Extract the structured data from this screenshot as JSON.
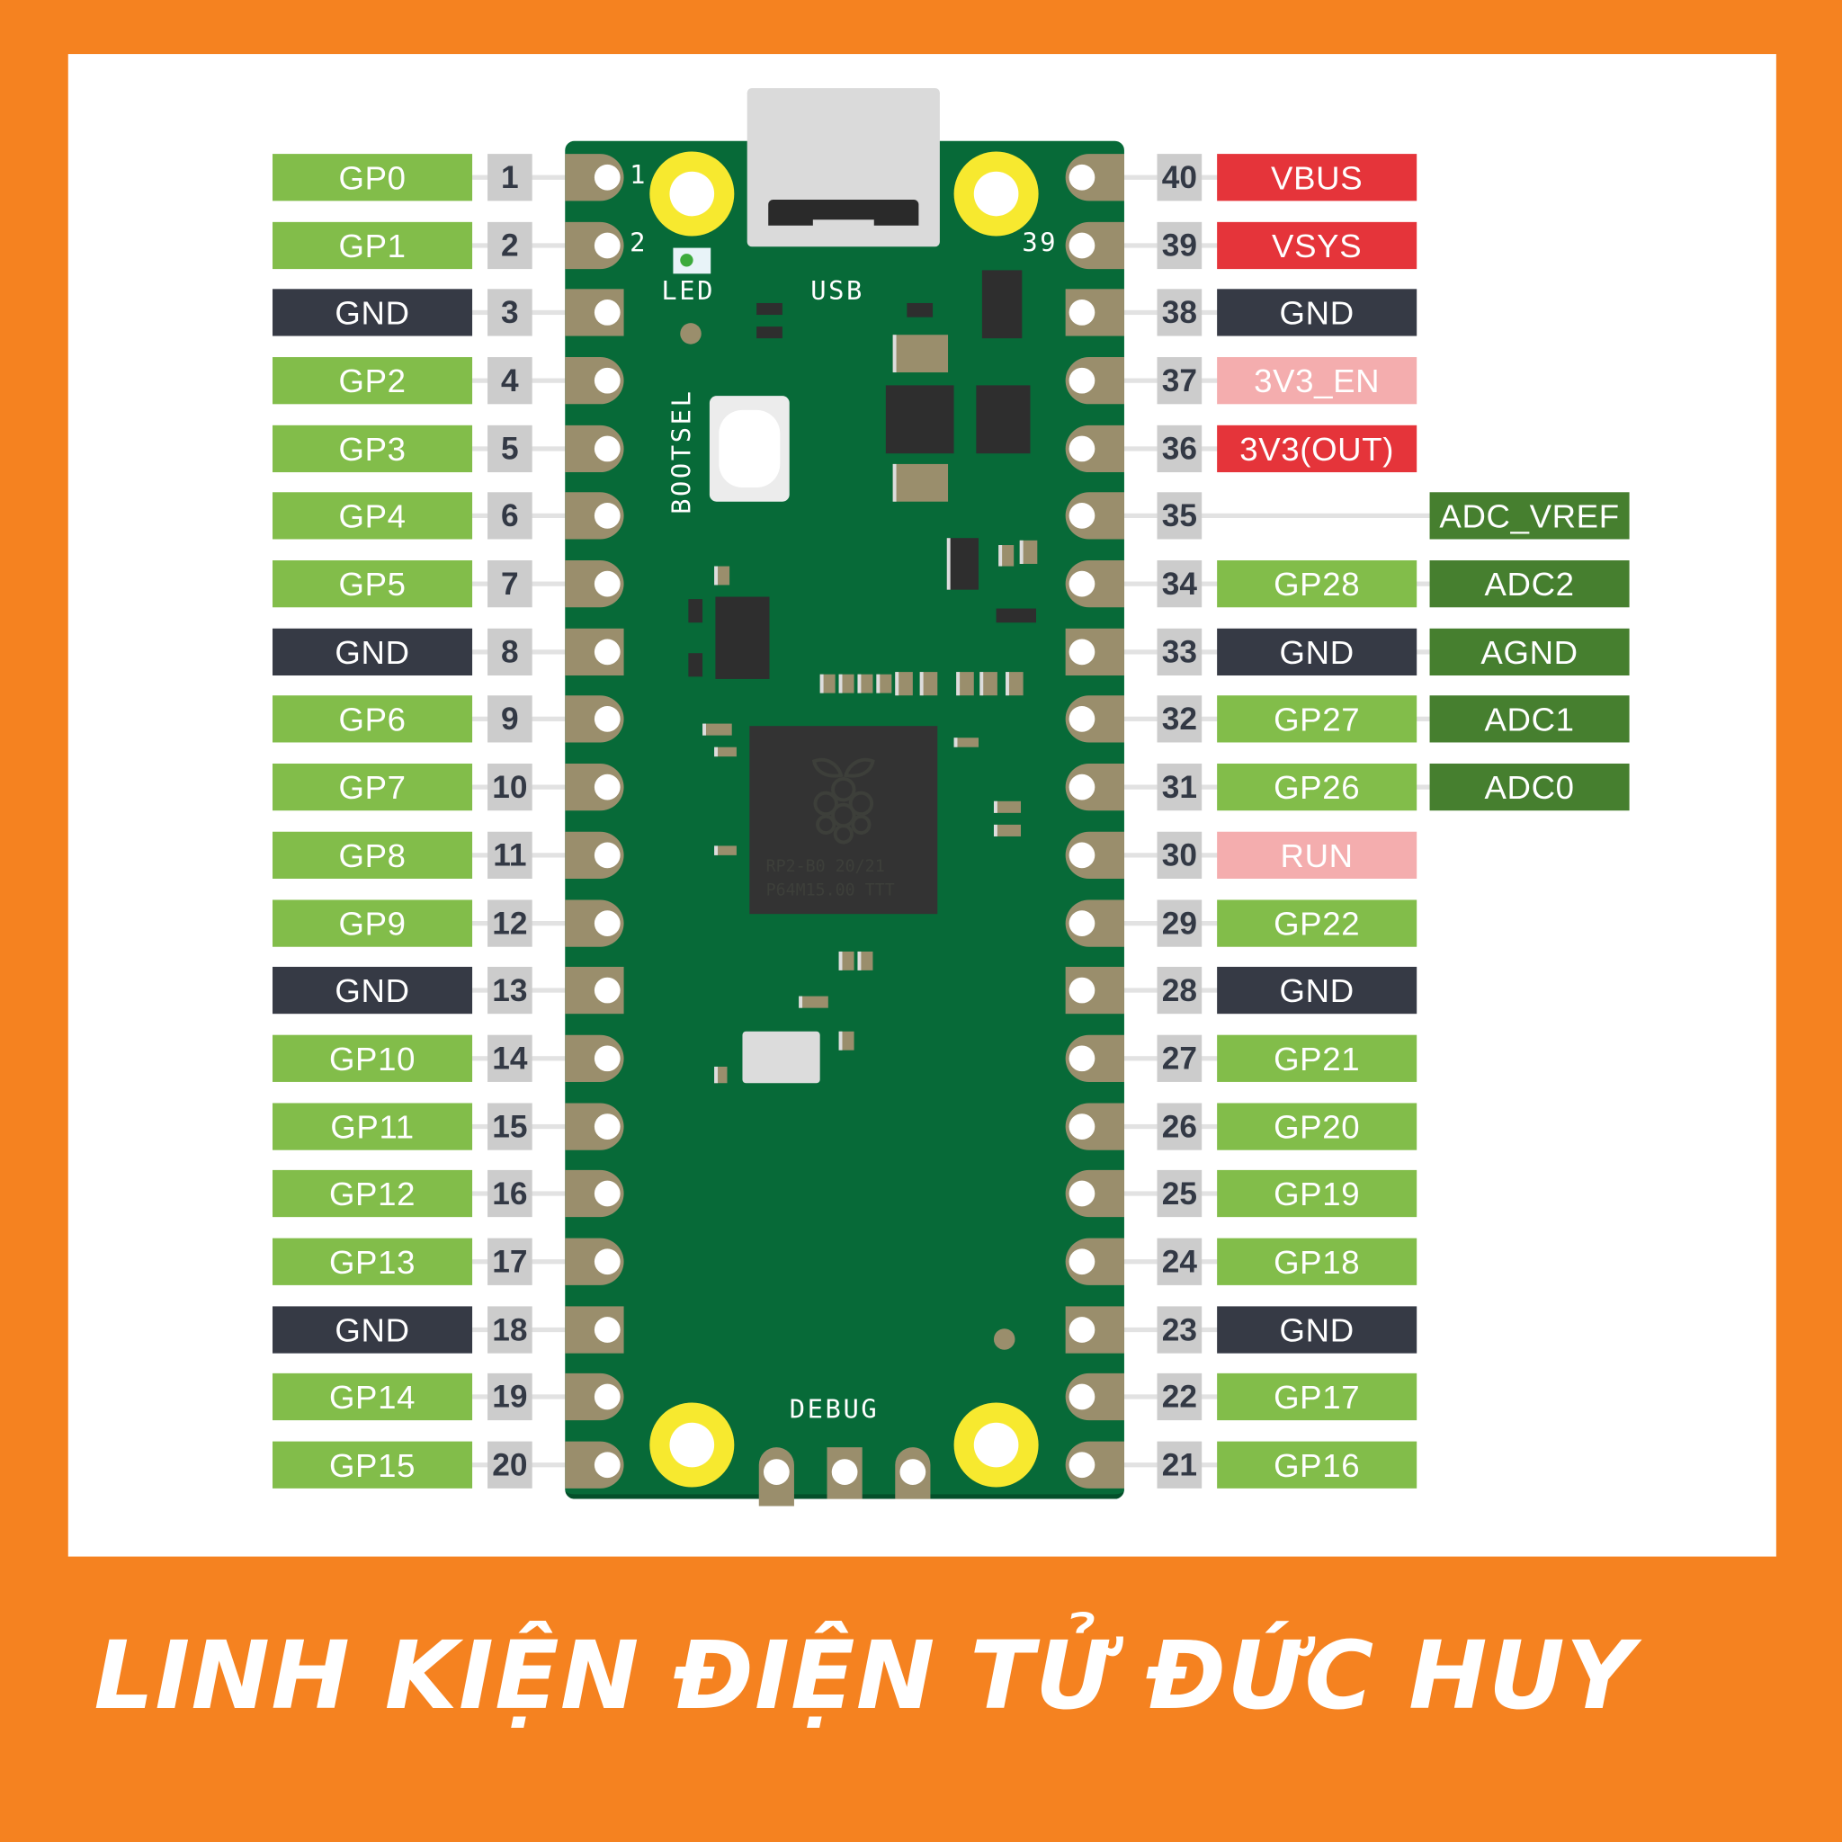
{
  "colors": {
    "background": "#F58220",
    "gpio": "#82BD4A",
    "gnd": "#363A45",
    "power": "#E5343A",
    "control": "#F4ADAE",
    "analog": "#467F2F",
    "pcb": "#076A38",
    "pad": "#9A8E6C",
    "mount": "#F7E92F"
  },
  "board": {
    "led_label": "LED",
    "usb_label": "USB",
    "bootsel_label": "BOOTSEL",
    "debug_label": "DEBUG",
    "pin1_marker": "1",
    "pin2_marker": "2",
    "pin39_marker": "39",
    "chip_line1": "RP2-B0   20/21",
    "chip_line2": "P64M15.00 TTT",
    "chip_logo": "raspberry-pi-logo"
  },
  "left_pins": [
    {
      "num": "1",
      "label": "GP0",
      "type": "gpio"
    },
    {
      "num": "2",
      "label": "GP1",
      "type": "gpio"
    },
    {
      "num": "3",
      "label": "GND",
      "type": "gnd"
    },
    {
      "num": "4",
      "label": "GP2",
      "type": "gpio"
    },
    {
      "num": "5",
      "label": "GP3",
      "type": "gpio"
    },
    {
      "num": "6",
      "label": "GP4",
      "type": "gpio"
    },
    {
      "num": "7",
      "label": "GP5",
      "type": "gpio"
    },
    {
      "num": "8",
      "label": "GND",
      "type": "gnd"
    },
    {
      "num": "9",
      "label": "GP6",
      "type": "gpio"
    },
    {
      "num": "10",
      "label": "GP7",
      "type": "gpio"
    },
    {
      "num": "11",
      "label": "GP8",
      "type": "gpio"
    },
    {
      "num": "12",
      "label": "GP9",
      "type": "gpio"
    },
    {
      "num": "13",
      "label": "GND",
      "type": "gnd"
    },
    {
      "num": "14",
      "label": "GP10",
      "type": "gpio"
    },
    {
      "num": "15",
      "label": "GP11",
      "type": "gpio"
    },
    {
      "num": "16",
      "label": "GP12",
      "type": "gpio"
    },
    {
      "num": "17",
      "label": "GP13",
      "type": "gpio"
    },
    {
      "num": "18",
      "label": "GND",
      "type": "gnd"
    },
    {
      "num": "19",
      "label": "GP14",
      "type": "gpio"
    },
    {
      "num": "20",
      "label": "GP15",
      "type": "gpio"
    }
  ],
  "right_pins": [
    {
      "num": "40",
      "label": "VBUS",
      "type": "power"
    },
    {
      "num": "39",
      "label": "VSYS",
      "type": "power"
    },
    {
      "num": "38",
      "label": "GND",
      "type": "gnd"
    },
    {
      "num": "37",
      "label": "3V3_EN",
      "type": "control"
    },
    {
      "num": "36",
      "label": "3V3(OUT)",
      "type": "power"
    },
    {
      "num": "35",
      "label": "",
      "type": "none",
      "extra": "ADC_VREF"
    },
    {
      "num": "34",
      "label": "GP28",
      "type": "gpio",
      "extra": "ADC2"
    },
    {
      "num": "33",
      "label": "GND",
      "type": "gnd",
      "extra": "AGND"
    },
    {
      "num": "32",
      "label": "GP27",
      "type": "gpio",
      "extra": "ADC1"
    },
    {
      "num": "31",
      "label": "GP26",
      "type": "gpio",
      "extra": "ADC0"
    },
    {
      "num": "30",
      "label": "RUN",
      "type": "control"
    },
    {
      "num": "29",
      "label": "GP22",
      "type": "gpio"
    },
    {
      "num": "28",
      "label": "GND",
      "type": "gnd"
    },
    {
      "num": "27",
      "label": "GP21",
      "type": "gpio"
    },
    {
      "num": "26",
      "label": "GP20",
      "type": "gpio"
    },
    {
      "num": "25",
      "label": "GP19",
      "type": "gpio"
    },
    {
      "num": "24",
      "label": "GP18",
      "type": "gpio"
    },
    {
      "num": "23",
      "label": "GND",
      "type": "gnd"
    },
    {
      "num": "22",
      "label": "GP17",
      "type": "gpio"
    },
    {
      "num": "21",
      "label": "GP16",
      "type": "gpio"
    }
  ],
  "banner": {
    "text": "LINH KIỆN ĐIỆN TỬ ĐỨC HUY"
  }
}
